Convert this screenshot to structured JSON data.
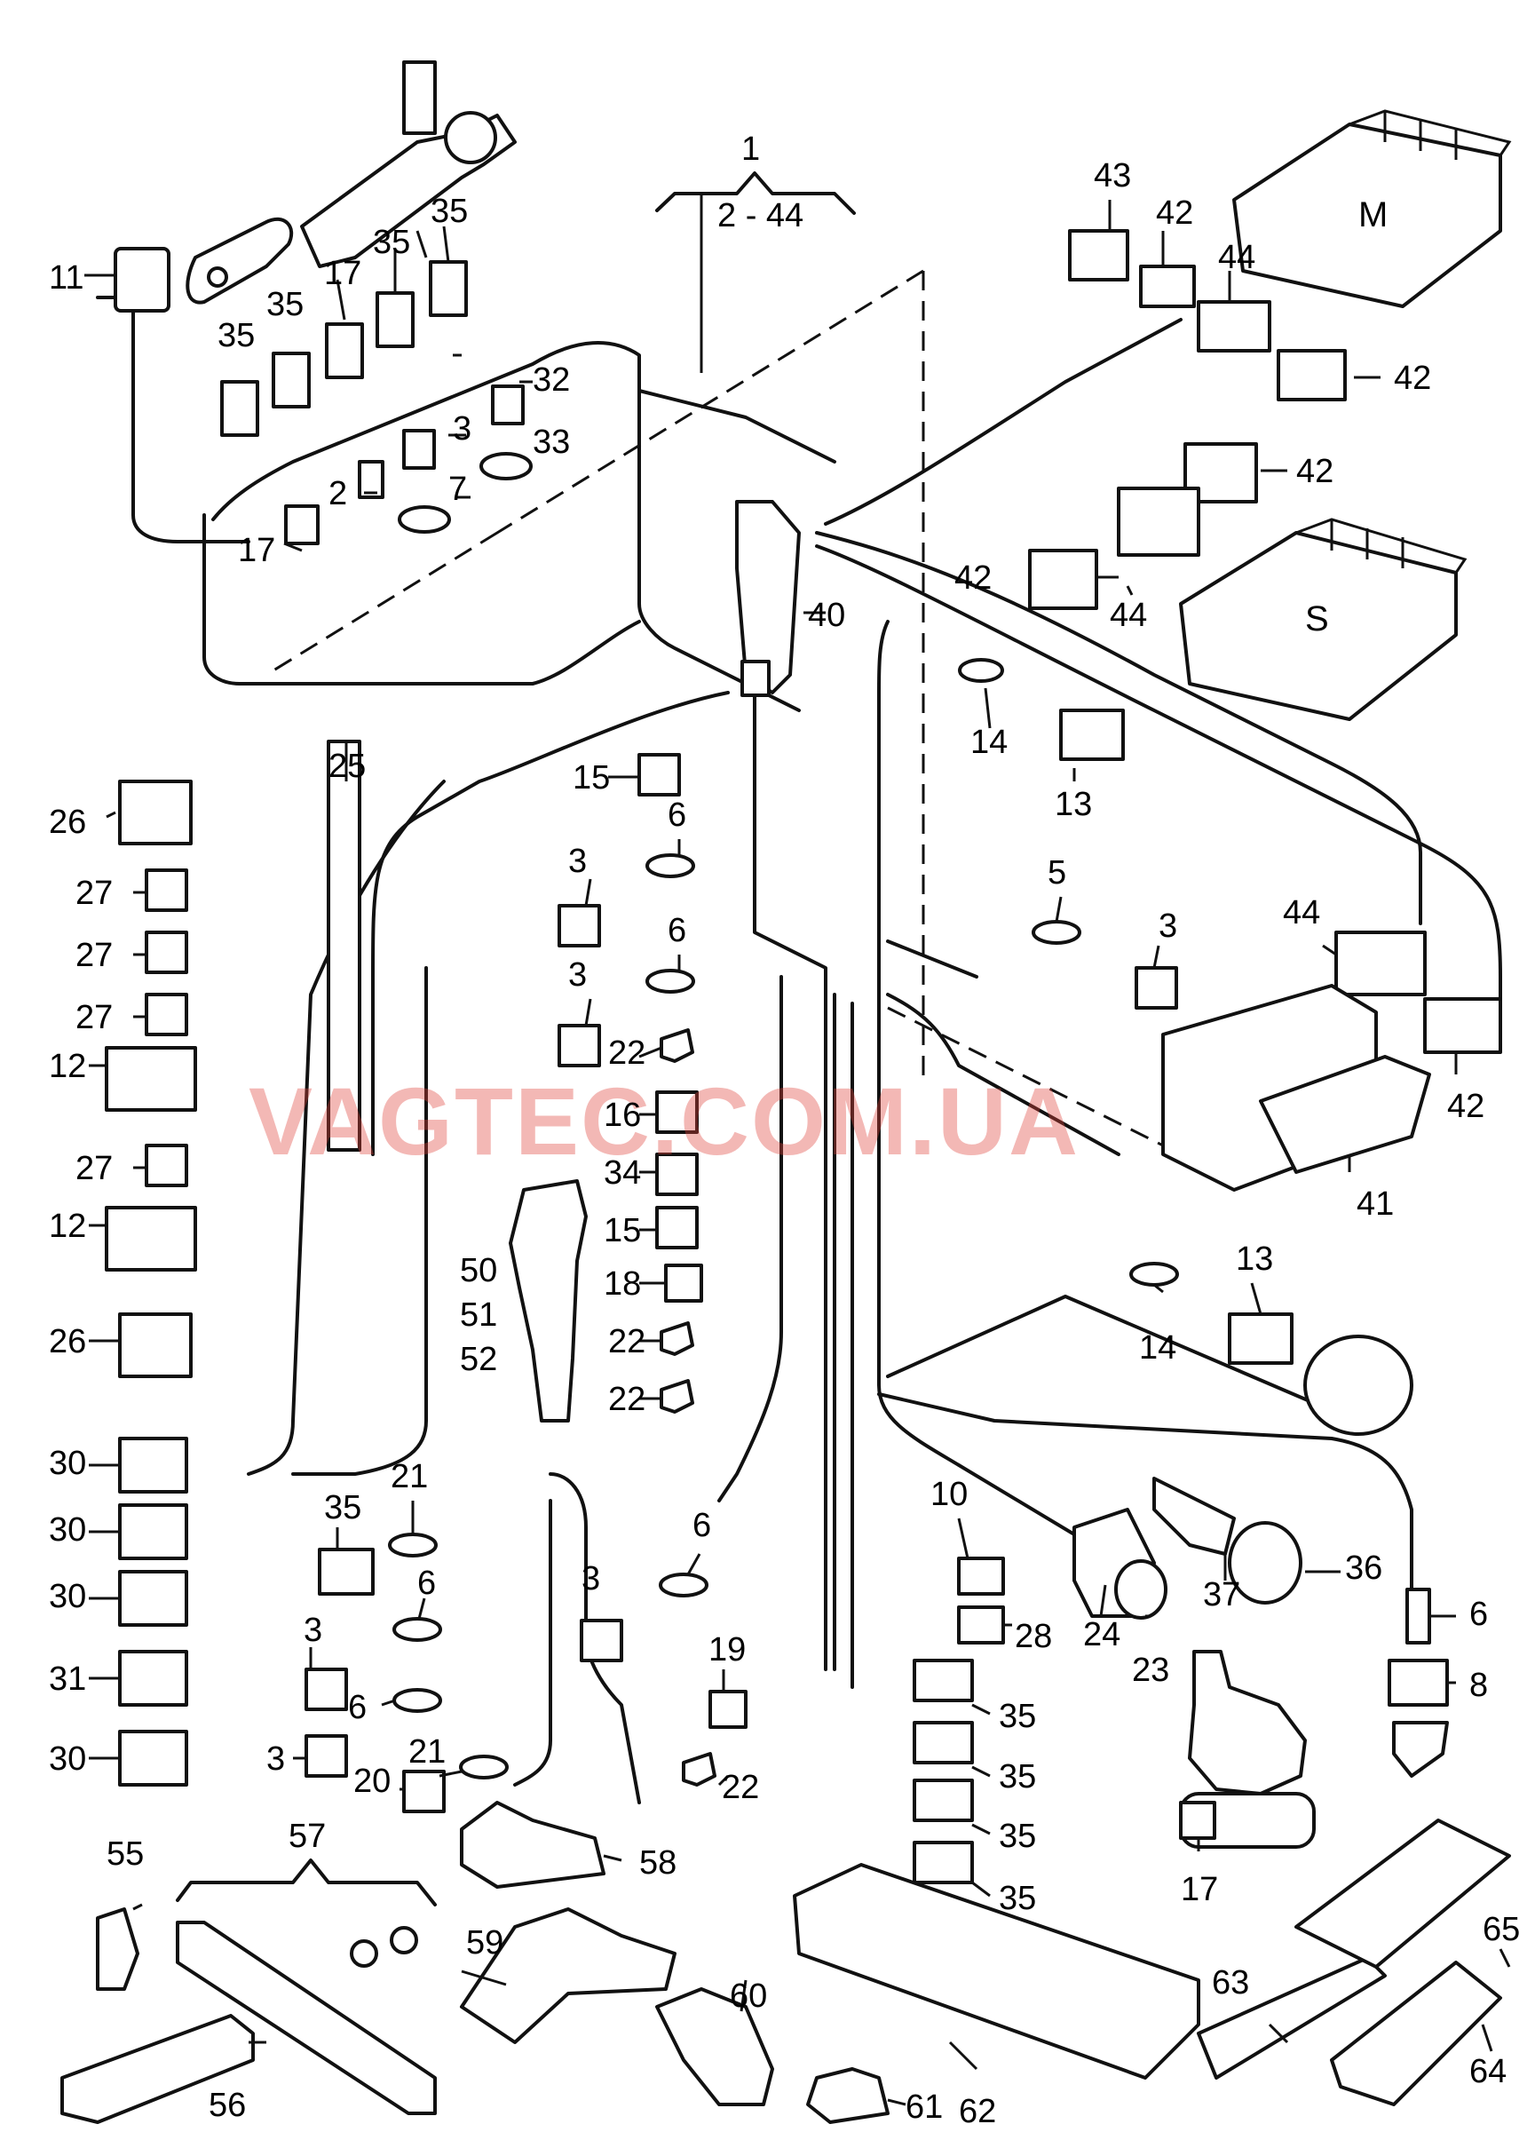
{
  "watermark": "VAGTEC.COM.UA",
  "callouts": {
    "c1": "1",
    "c2_44": "2 - 44",
    "c11": "11",
    "c35a": "35",
    "c35b": "35",
    "c35c": "35",
    "c35d": "35",
    "c17a": "17",
    "c32": "32",
    "c3a": "3",
    "c33": "33",
    "c2": "2",
    "c7": "7",
    "c17b": "17",
    "c43": "43",
    "c42a": "42",
    "c44a": "44",
    "c42b": "42",
    "c42c": "42",
    "c42d": "42",
    "c44b": "44",
    "c40": "40",
    "c14a": "14",
    "c13a": "13",
    "c25": "25",
    "c26a": "26",
    "c27a": "27",
    "c27b": "27",
    "c27c": "27",
    "c12a": "12",
    "c27d": "27",
    "c12b": "12",
    "c26b": "26",
    "c15a": "15",
    "c6a": "6",
    "c3b": "3",
    "c6b": "6",
    "c3c": "3",
    "c22a": "22",
    "c16": "16",
    "c34": "34",
    "c15b": "15",
    "c18": "18",
    "c22b": "22",
    "c22c": "22",
    "c50": "50",
    "c51": "51",
    "c52": "52",
    "c5": "5",
    "c3d": "3",
    "c44c": "44",
    "c42e": "42",
    "c41": "41",
    "c13b": "13",
    "c14b": "14",
    "c30a": "30",
    "c30b": "30",
    "c30c": "30",
    "c31": "31",
    "c30d": "30",
    "c21a": "21",
    "c35e": "35",
    "c6c": "6",
    "c3e": "3",
    "c6d": "6",
    "c3f": "3",
    "c20": "20",
    "c21b": "21",
    "c6e": "6",
    "c3g": "3",
    "c19": "19",
    "c22d": "22",
    "c10": "10",
    "c28": "28",
    "c35f": "35",
    "c35g": "35",
    "c35h": "35",
    "c35i": "35",
    "c24": "24",
    "c23": "23",
    "c37": "37",
    "c36": "36",
    "c6f": "6",
    "c8": "8",
    "c17c": "17",
    "c55": "55",
    "c57": "57",
    "c58": "58",
    "c59": "59",
    "c60": "60",
    "c56": "56",
    "c61": "61",
    "c62": "62",
    "c63": "63",
    "c64": "64",
    "c65": "65"
  },
  "module_labels": {
    "m": "M",
    "s": "S"
  }
}
